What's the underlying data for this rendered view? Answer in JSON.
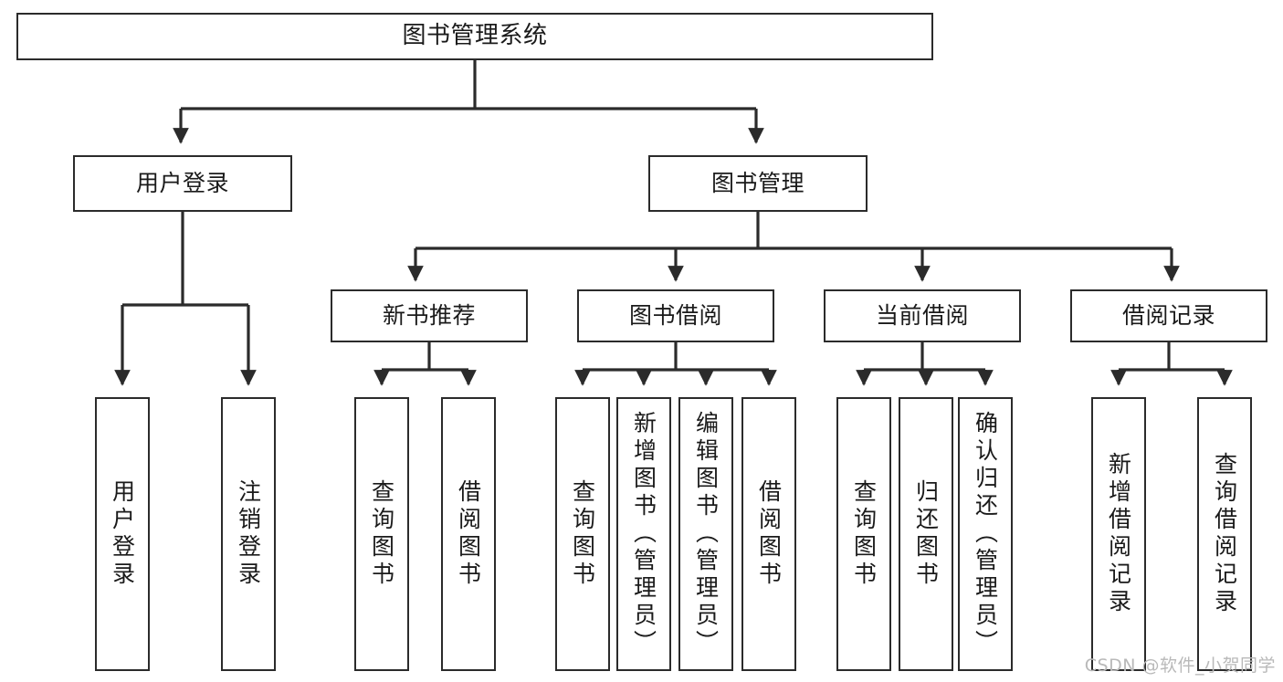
{
  "diagram": {
    "title": "图书管理系统",
    "type": "tree-hierarchy-chart",
    "stroke_color": "#2b2b2b",
    "background_color": "#ffffff",
    "text_color": "#1a1a1a"
  },
  "watermark": {
    "text": "CSDN @软件_小贺同学",
    "color": "#b9b9b9"
  },
  "nodes": {
    "root": {
      "label": "图书管理系统"
    },
    "level2": [
      {
        "id": "user-login",
        "label": "用户登录"
      },
      {
        "id": "book-management",
        "label": "图书管理"
      }
    ],
    "level3": [
      {
        "id": "new-book-recommend",
        "label": "新书推荐"
      },
      {
        "id": "book-borrow",
        "label": "图书借阅"
      },
      {
        "id": "current-borrow",
        "label": "当前借阅"
      },
      {
        "id": "borrow-record",
        "label": "借阅记录"
      }
    ],
    "leaves": [
      {
        "id": "leaf-user-login",
        "label": "用户登录"
      },
      {
        "id": "leaf-logout-login",
        "label": "注销登录"
      },
      {
        "id": "leaf-query-book-1",
        "label": "查询图书"
      },
      {
        "id": "leaf-borrow-book-1",
        "label": "借阅图书"
      },
      {
        "id": "leaf-query-book-2",
        "label": "查询图书"
      },
      {
        "id": "leaf-add-book",
        "label": "新增图书（管理员）"
      },
      {
        "id": "leaf-edit-book",
        "label": "编辑图书（管理员）"
      },
      {
        "id": "leaf-borrow-book-2",
        "label": "借阅图书"
      },
      {
        "id": "leaf-query-book-3",
        "label": "查询图书"
      },
      {
        "id": "leaf-return-book",
        "label": "归还图书"
      },
      {
        "id": "leaf-confirm-return",
        "label": "确认归还（管理员）"
      },
      {
        "id": "leaf-add-borrow-record",
        "label": "新增借阅记录"
      },
      {
        "id": "leaf-query-borrow-record",
        "label": "查询借阅记录"
      }
    ]
  },
  "chart_data": {
    "type": "tree",
    "title": "图书管理系统",
    "root": {
      "label": "图书管理系统",
      "children": [
        {
          "label": "用户登录",
          "children": [
            {
              "label": "用户登录"
            },
            {
              "label": "注销登录"
            }
          ]
        },
        {
          "label": "图书管理",
          "children": [
            {
              "label": "新书推荐",
              "children": [
                {
                  "label": "查询图书"
                },
                {
                  "label": "借阅图书"
                }
              ]
            },
            {
              "label": "图书借阅",
              "children": [
                {
                  "label": "查询图书"
                },
                {
                  "label": "新增图书（管理员）"
                },
                {
                  "label": "编辑图书（管理员）"
                },
                {
                  "label": "借阅图书"
                }
              ]
            },
            {
              "label": "当前借阅",
              "children": [
                {
                  "label": "查询图书"
                },
                {
                  "label": "归还图书"
                },
                {
                  "label": "确认归还（管理员）"
                }
              ]
            },
            {
              "label": "借阅记录",
              "children": [
                {
                  "label": "新增借阅记录"
                },
                {
                  "label": "查询借阅记录"
                }
              ]
            }
          ]
        }
      ]
    }
  }
}
